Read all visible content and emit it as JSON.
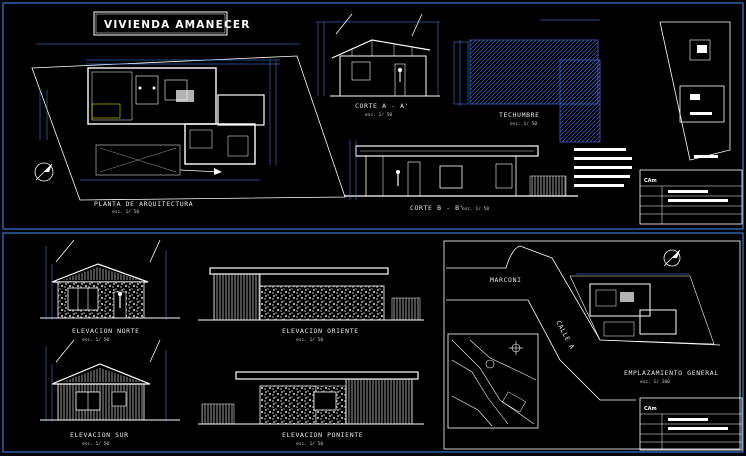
{
  "colors": {
    "background": "#000000",
    "sheet_border": "#3a78d8",
    "linework": "#ffffff",
    "dimension": "#4a90ff",
    "accent_yellow": "#e8d800",
    "hatch": "#3050b0"
  },
  "sheet1": {
    "title": "VIVIENDA  AMANECER",
    "plan": {
      "label": "PLANTA DE ARQUITECTURA",
      "scale": "esc. 1/ 50"
    },
    "section_aa": {
      "label": "CORTE  A - A'",
      "scale": "esc. 1/ 50"
    },
    "roof": {
      "label": "TECHUMBRE",
      "scale": "esc. 1/ 50"
    },
    "section_bb": {
      "label": "CORTE  B - B'",
      "scale": "esc. 1/ 50"
    },
    "title_block_logo": "CAm"
  },
  "sheet2": {
    "north": {
      "label": "ELEVACION NORTE",
      "scale": "esc. 1/ 50"
    },
    "east": {
      "label": "ELEVACION ORIENTE",
      "scale": "esc. 1/ 50"
    },
    "south": {
      "label": "ELEVACION  SUR",
      "scale": "esc. 1/ 50"
    },
    "west": {
      "label": "ELEVACION PONIENTE",
      "scale": "esc. 1/ 50"
    },
    "site": {
      "label": "EMPLAZAMIENTO GENERAL",
      "scale": "esc. 1/ 100",
      "street_1": "MARCONI",
      "street_2": "CALLE  A"
    },
    "title_block_logo": "CAm"
  }
}
